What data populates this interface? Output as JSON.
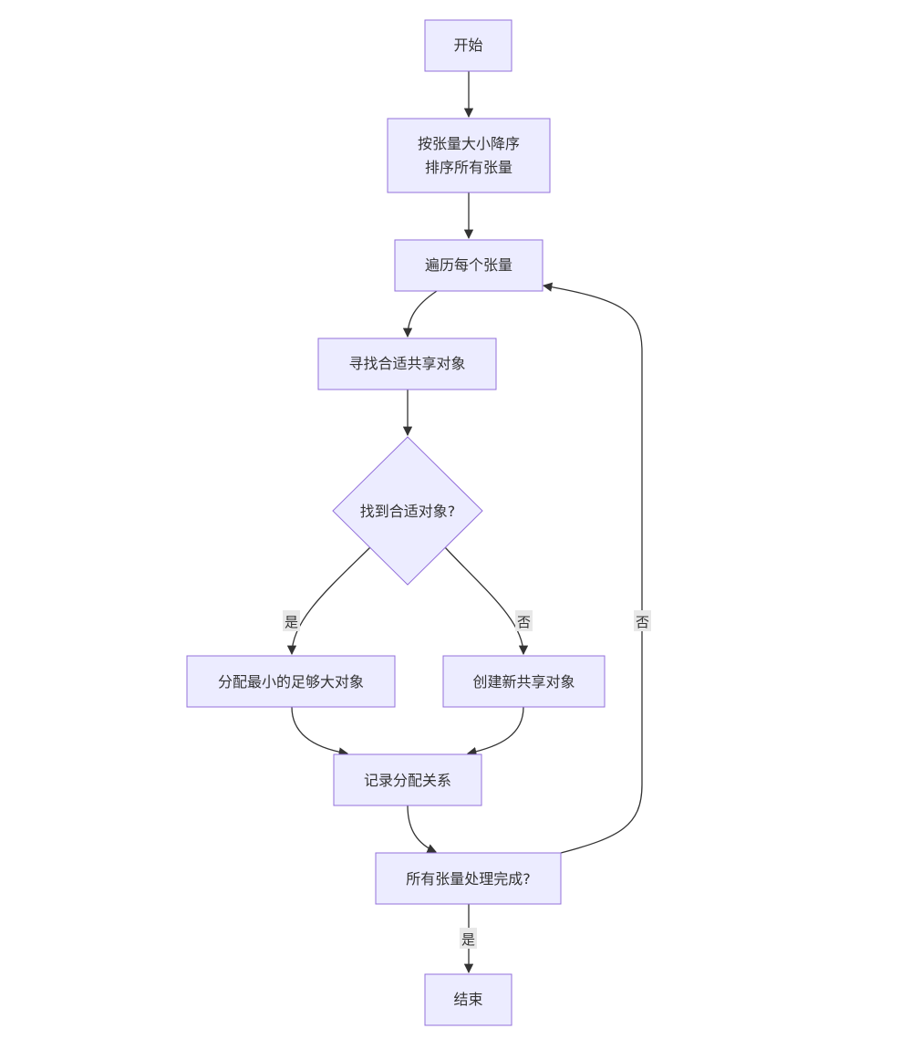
{
  "colors": {
    "node_fill": "#ECECFF",
    "node_stroke": "#9370DB",
    "edge": "#333333",
    "label_bg": "#E8E8E8",
    "text": "#333333"
  },
  "nodes": {
    "start": "开始",
    "sort_line1": "按张量大小降序",
    "sort_line2": "排序所有张量",
    "iterate": "遍历每个张量",
    "find": "寻找合适共享对象",
    "decision_found": "找到合适对象?",
    "alloc_smallest": "分配最小的足够大对象",
    "create_new": "创建新共享对象",
    "record": "记录分配关系",
    "decision_done": "所有张量处理完成?",
    "end": "结束"
  },
  "edge_labels": {
    "found_yes": "是",
    "found_no": "否",
    "done_no": "否",
    "done_yes": "是"
  }
}
